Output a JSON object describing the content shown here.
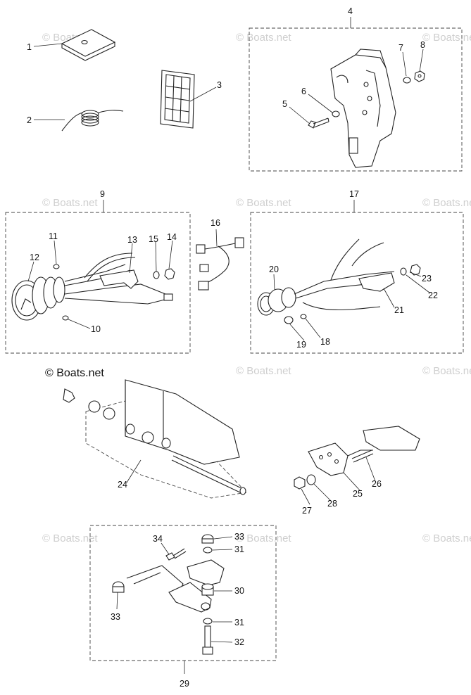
{
  "watermark": "© Boats.net",
  "watermark_prominent": "© Boats.net",
  "callouts": [
    "1",
    "2",
    "3",
    "4",
    "5",
    "6",
    "7",
    "8",
    "9",
    "10",
    "11",
    "12",
    "13",
    "14",
    "15",
    "16",
    "17",
    "18",
    "19",
    "20",
    "21",
    "22",
    "23",
    "24",
    "25",
    "26",
    "27",
    "28",
    "29",
    "30",
    "31",
    "31",
    "32",
    "33",
    "33",
    "34"
  ]
}
